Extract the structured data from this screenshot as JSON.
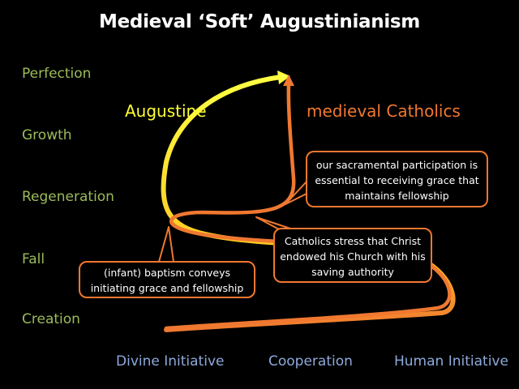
{
  "title": "Medieval ‘Soft’ Augustinianism",
  "stages": [
    "Perfection",
    "Growth",
    "Regeneration",
    "Fall",
    "Creation"
  ],
  "axis": [
    "Divine Initiative",
    "Cooperation",
    "Human Initiative"
  ],
  "labels": {
    "augustine": "Augustine",
    "catholics": "medieval Catholics"
  },
  "callouts": {
    "sacramental": "our sacramental participation is essential to receiving grace that maintains fellowship",
    "church": "Catholics stress that Christ endowed his Church with his saving authority",
    "baptism": "(infant) baptism conveys initiating grace and fellowship"
  },
  "colors": {
    "stage_text": "#9bbb59",
    "axis_text": "#8eaadb",
    "augustine": "#ffff33",
    "catholics": "#f07830"
  }
}
